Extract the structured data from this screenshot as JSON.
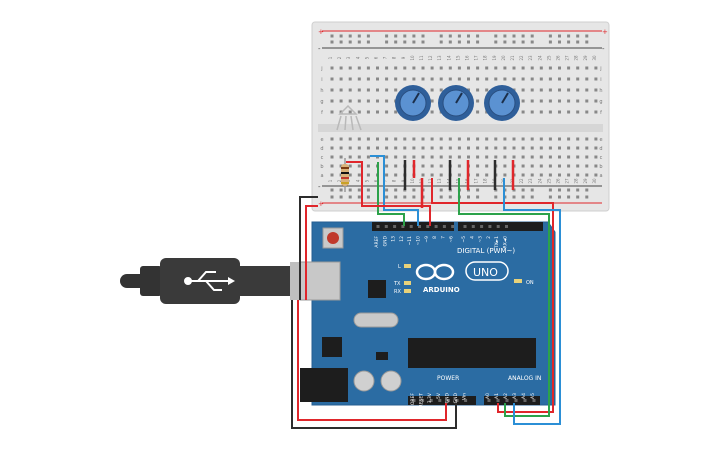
{
  "breadboard": {
    "column_numbers": [
      "1",
      "2",
      "3",
      "4",
      "5",
      "6",
      "7",
      "8",
      "9",
      "10",
      "11",
      "12",
      "13",
      "14",
      "15",
      "16",
      "17",
      "18",
      "19",
      "20",
      "21",
      "22",
      "23",
      "24",
      "25",
      "26",
      "27",
      "28",
      "29",
      "30"
    ],
    "row_letters_top": [
      "j",
      "i",
      "h",
      "g",
      "f"
    ],
    "row_letters_bottom": [
      "e",
      "d",
      "c",
      "b",
      "a"
    ],
    "rail_plus": "+",
    "rail_minus": "-"
  },
  "arduino": {
    "brand_label": "ARDUINO",
    "model_label": "UNO",
    "digital_header_label": "DIGITAL (PWM~)",
    "power_header_label": "POWER",
    "analog_header_label": "ANALOG IN",
    "on_led_label": "ON",
    "l_led_label": "L",
    "tx_label": "TX",
    "rx_label": "RX",
    "digital_pin_labels": [
      "AREF",
      "GND",
      "13",
      "12",
      "~11",
      "~10",
      "~9",
      "8",
      "7",
      "~6",
      "~5",
      "4",
      "~3",
      "2",
      "TX►1",
      "RX◄0"
    ],
    "power_pin_labels": [
      "IOREF",
      "RESET",
      "3.3V",
      "5V",
      "GND",
      "GND",
      "Vin"
    ],
    "analog_pin_labels": [
      "A0",
      "A1",
      "A2",
      "A3",
      "A4",
      "A5"
    ]
  },
  "colors": {
    "board_blue": "#2b6ca3",
    "breadboard_bg": "#e8e8e8",
    "wire_red": "#e0262b",
    "wire_black": "#2d2d2d",
    "wire_green": "#2ca24a",
    "wire_blue": "#2b8fd6",
    "pot_blue": "#4f86c6"
  },
  "icons": {
    "usb": "usb-icon",
    "arduino_logo": "infinity-logo-icon"
  }
}
